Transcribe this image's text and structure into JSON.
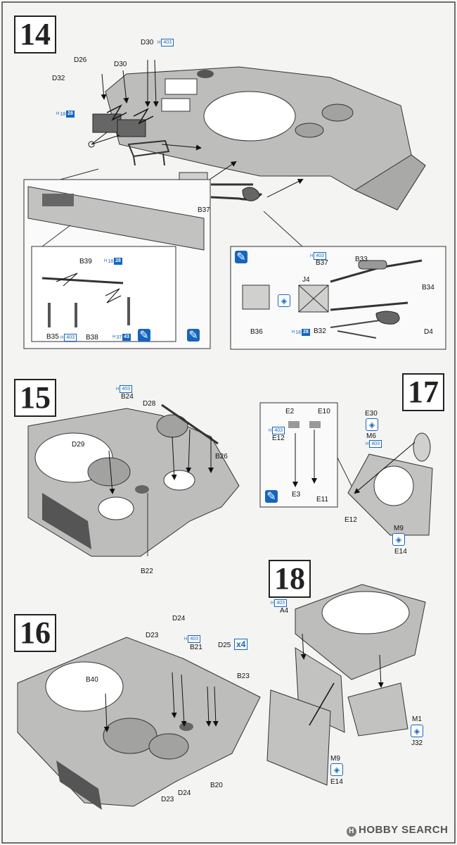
{
  "steps": {
    "s14": "14",
    "s15": "15",
    "s16": "16",
    "s17": "17",
    "s18": "18"
  },
  "paint": {
    "h": "H",
    "c403": "403",
    "c18": "18",
    "c28": "28",
    "c37": "37",
    "c43": "43"
  },
  "step14": {
    "d26": "D26",
    "d30a": "D30",
    "d30b": "D30",
    "d32": "D32",
    "b37": "B37",
    "b39": "B39",
    "b35": "B35",
    "b38": "B38",
    "b33": "B33",
    "b37b": "B37",
    "j4": "J4",
    "b34": "B34",
    "b36": "B36",
    "b32": "B32",
    "d4": "D4"
  },
  "step15": {
    "b24": "B24",
    "d28": "D28",
    "d29": "D29",
    "b26": "B26",
    "b22": "B22"
  },
  "step16": {
    "d24": "D24",
    "d23": "D23",
    "b21": "B21",
    "d25": "D25",
    "x4": "x4",
    "b40": "B40",
    "b23": "B23",
    "d23b": "D23",
    "d24b": "D24",
    "b20": "B20"
  },
  "step17": {
    "e2": "E2",
    "e10": "E10",
    "e12": "E12",
    "e3": "E3",
    "e11": "E11",
    "e30": "E30",
    "m6": "M6",
    "e12b": "E12",
    "m9": "M9",
    "e14": "E14"
  },
  "step18": {
    "a4": "A4",
    "m1": "M1",
    "j32": "J32",
    "m9": "M9",
    "e14": "E14"
  },
  "watermark": "HOBBY SEARCH",
  "colors": {
    "part": "#b9b9b7",
    "line": "#222222",
    "accent": "#1565c0"
  }
}
